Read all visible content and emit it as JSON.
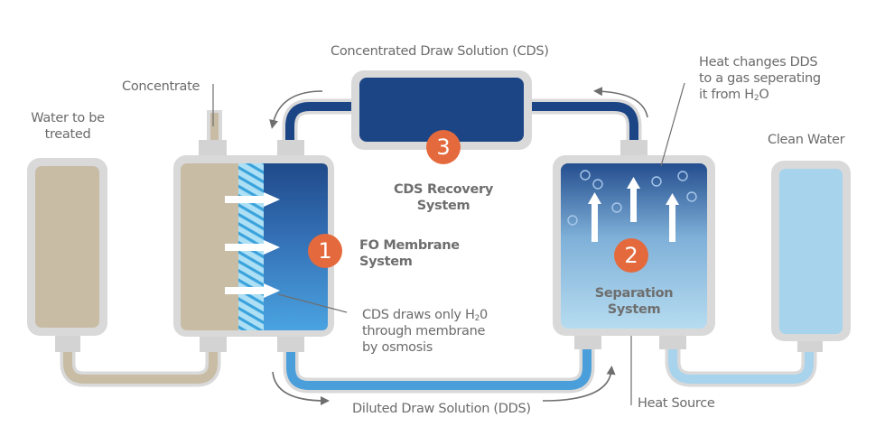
{
  "title": "Forward Osmosis Water Treatment Process",
  "colors": {
    "feed_water": "#c8bca5",
    "concentrated_draw": "#1c4585",
    "diluted_draw": "#4a9fdb",
    "clean_water": "#a7d3ec",
    "badge": "#e46a3d",
    "frame": "#d9d9da",
    "label_text": "#6b6b6b"
  },
  "labels": {
    "water_to_be_treated_line1": "Water to be",
    "water_to_be_treated_line2": "treated",
    "concentrate": "Concentrate",
    "cds_top": "Concentrated Draw Solution (CDS)",
    "heat_note_line1": "Heat changes DDS",
    "heat_note_line2": "to a gas seperating",
    "heat_note_line3_prefix": "it from H",
    "heat_note_line3_sub": "2",
    "heat_note_line3_suffix": "O",
    "clean_water": "Clean Water",
    "cds_recovery_line1": "CDS Recovery",
    "cds_recovery_line2": "System",
    "fo_membrane_line1": "FO Membrane",
    "fo_membrane_line2": "System",
    "cds_draws_line1_prefix": "CDS draws only H",
    "cds_draws_line1_sub": "2",
    "cds_draws_line1_suffix": "0",
    "cds_draws_line2": "through membrane",
    "cds_draws_line3": "by osmosis",
    "separation_line1": "Separation",
    "separation_line2": "System",
    "dds_bottom": "Diluted Draw Solution (DDS)",
    "heat_source": "Heat Source"
  },
  "steps": [
    {
      "number": "1",
      "name": "FO Membrane System"
    },
    {
      "number": "2",
      "name": "Separation System"
    },
    {
      "number": "3",
      "name": "CDS Recovery System"
    }
  ]
}
